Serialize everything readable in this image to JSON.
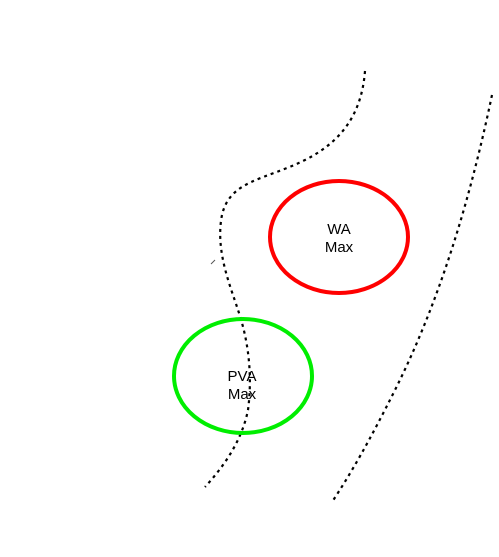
{
  "diagram": {
    "regions": [
      {
        "id": "wa",
        "label_line1": "WA",
        "label_line2": "Max",
        "color": "#ff0000"
      },
      {
        "id": "pva",
        "label_line1": "PVA",
        "label_line2": "Max",
        "color": "#00ee00"
      }
    ],
    "boundary_style": "dotted",
    "boundary_color": "#000000"
  }
}
